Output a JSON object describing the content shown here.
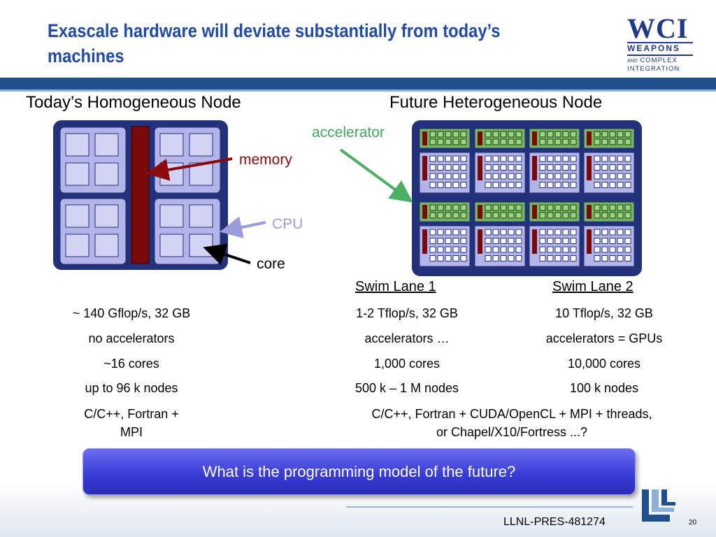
{
  "slide": {
    "title_line1": "Exascale hardware will deviate substantially from today’s",
    "title_line2": "machines",
    "logo": {
      "big": "WCI",
      "weapons": "WEAPONS",
      "and": "AND",
      "complex": "COMPLEX",
      "integration": "INTEGRATION"
    },
    "left_heading": "Today’s Homogeneous Node",
    "right_heading": "Future Heterogeneous Node",
    "labels": {
      "memory": "memory",
      "cpu": "CPU",
      "core": "core",
      "accelerator": "accelerator"
    },
    "lane1_heading": "Swim Lane 1",
    "lane2_heading": "Swim Lane 2",
    "today": [
      "~ 140 Gflop/s, 32 GB",
      "no accelerators",
      "~16 cores",
      "up to 96 k nodes",
      "C/C++, Fortran +",
      "MPI"
    ],
    "lane1": [
      "1-2 Tflop/s, 32 GB",
      "accelerators …",
      "1,000 cores",
      "500 k – 1 M nodes"
    ],
    "lane2": [
      "10 Tflop/s, 32 GB",
      "accelerators = GPUs",
      "10,000 cores",
      "100 k nodes"
    ],
    "future_lang_line1": "C/C++, Fortran + CUDA/OpenCL + MPI + threads,",
    "future_lang_line2": "or Chapel/X10/Fortress ...?",
    "question": "What is the programming model of the future?",
    "footer_id": "LLNL-PRES-481274",
    "page_number": "20",
    "colors": {
      "title": "#1f4aa8",
      "band": "#1f4f8c",
      "node_bg": "#23307a",
      "cpu": "#b3b5ea",
      "memory": "#7a0a0a",
      "accelerator": "#74b85a",
      "banner": "#3a3dd6"
    }
  }
}
